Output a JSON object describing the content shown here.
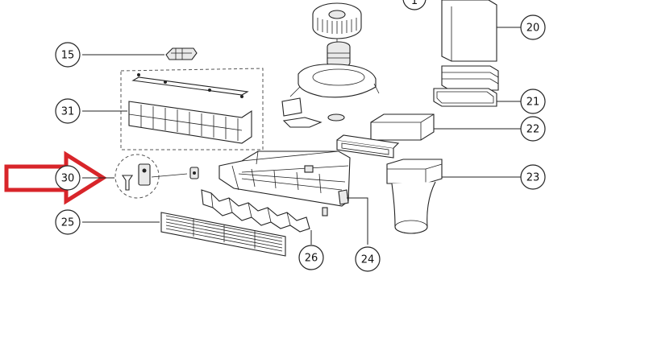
{
  "callouts": {
    "c15": "15",
    "c31": "31",
    "c30": "30",
    "c25": "25",
    "c26": "26",
    "c24": "24",
    "c20": "20",
    "c21": "21",
    "c22": "22",
    "c23": "23",
    "c_partial_top": "1"
  },
  "colors": {
    "line": "#222222",
    "arrow": "#d8252a",
    "background": "#ffffff"
  }
}
